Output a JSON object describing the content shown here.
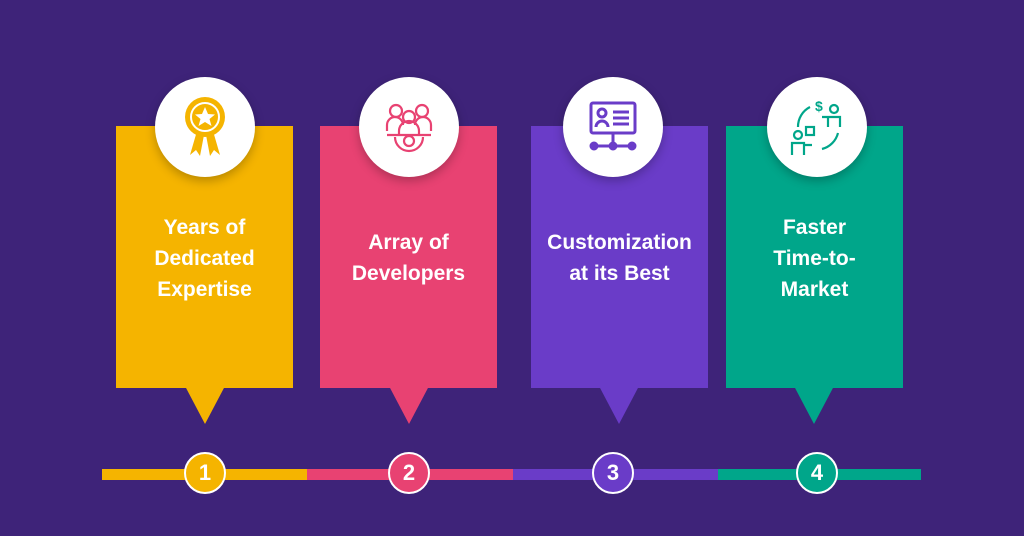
{
  "steps": [
    {
      "number": "1",
      "title": "Years of Dedicated Expertise",
      "icon": "award-ribbon-icon",
      "color": "#f5b400"
    },
    {
      "number": "2",
      "title": "Array of Developers",
      "icon": "developer-team-gear-icon",
      "color": "#e84272"
    },
    {
      "number": "3",
      "title": "Customization at its Best",
      "icon": "profile-card-network-icon",
      "color": "#6a3cc8"
    },
    {
      "number": "4",
      "title": "Faster Time-to-Market",
      "icon": "exchange-delivery-icon",
      "color": "#00a68a"
    }
  ]
}
